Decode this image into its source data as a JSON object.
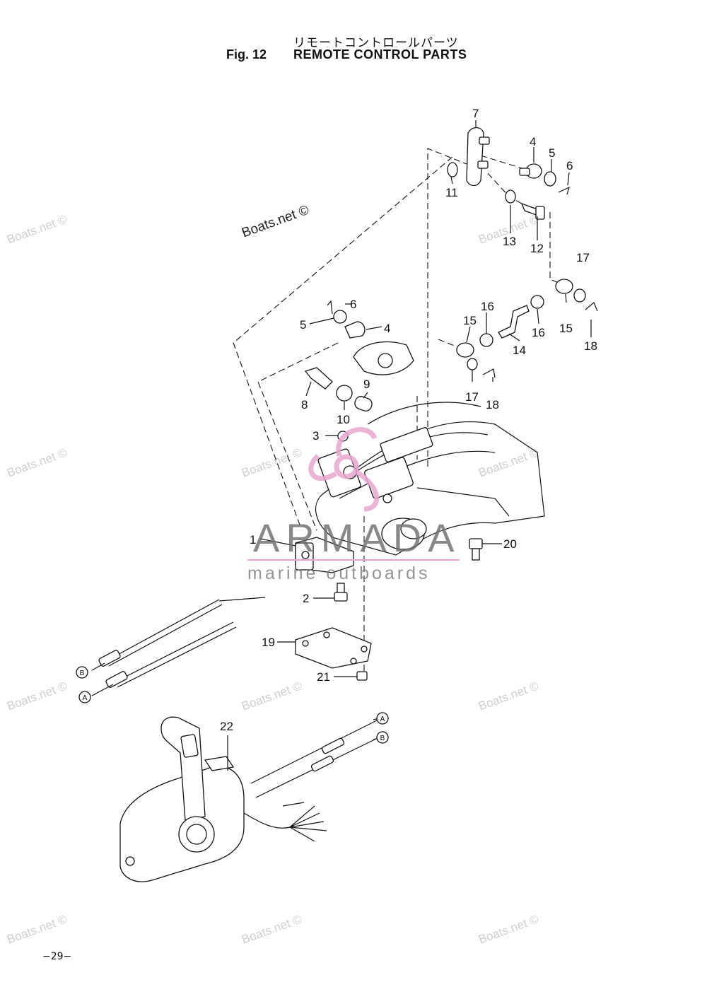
{
  "header": {
    "title_jp": "リモートコントロールパーツ",
    "fig_label": "Fig. 12",
    "title_en": "REMOTE CONTROL PARTS"
  },
  "watermarks": {
    "boats_text": "Boats.net ©",
    "credit_text": "Boats.net ©",
    "brand": "ARMADA",
    "brand_sub": "marine outboards",
    "brand_color": "#e8a6cf"
  },
  "callouts": {
    "c1": "1",
    "c2": "2",
    "c3": "3",
    "c4a": "4",
    "c4b": "4",
    "c5a": "5",
    "c5b": "5",
    "c6a": "6",
    "c6b": "6",
    "c7": "7",
    "c8": "8",
    "c9": "9",
    "c10": "10",
    "c11": "11",
    "c12": "12",
    "c13": "13",
    "c14": "14",
    "c15a": "15",
    "c15b": "15",
    "c16a": "16",
    "c16b": "16",
    "c17a": "17",
    "c17b": "17",
    "c18a": "18",
    "c18b": "18",
    "c19": "19",
    "c20": "20",
    "c21": "21",
    "c22": "22",
    "marker_a1": "A",
    "marker_b1": "B",
    "marker_a2": "A",
    "marker_b2": "B"
  },
  "page_number": "−29−"
}
